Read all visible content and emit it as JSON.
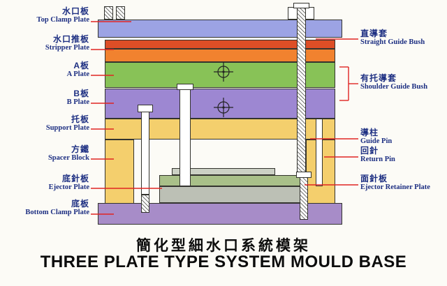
{
  "colors": {
    "background": "#fcfbf6",
    "label_text": "#1d2f82",
    "leader_line": "#e02522",
    "title_text": "#0c0c0c",
    "outline": "#33332e",
    "top_clamp_plate": "#9ca3e4",
    "stripper_band": "#dd4e26",
    "stripper_plate": "#f1822f",
    "a_plate": "#88c257",
    "b_plate": "#9d87d2",
    "support_plate": "#f4cf6d",
    "spacer_block": "#f4cf6d",
    "ejector_retainer_plate": "#a9c089",
    "ejector_plate": "#bcc0b5",
    "bottom_clamp_plate": "#a78cc8"
  },
  "labels_left": [
    {
      "zh": "水口板",
      "en": "Top Clamp Plate"
    },
    {
      "zh": "水口推板",
      "en": "Stripper Plate"
    },
    {
      "zh": "A板",
      "en": "A Plate"
    },
    {
      "zh": "B板",
      "en": "B Plate"
    },
    {
      "zh": "托板",
      "en": "Support Plate"
    },
    {
      "zh": "方鐵",
      "en": "Spacer Block"
    },
    {
      "zh": "底針板",
      "en": "Ejector Plate"
    },
    {
      "zh": "底板",
      "en": "Bottom Clamp Plate"
    }
  ],
  "labels_right": [
    {
      "zh": "直導套",
      "en": "Straight Guide Bush"
    },
    {
      "zh": "有托導套",
      "en": "Shoulder Guide Bush"
    },
    {
      "zh": "導柱",
      "en": "Guide Pin"
    },
    {
      "zh": "回針",
      "en": "Return Pin"
    },
    {
      "zh": "面針板",
      "en": "Ejector Retainer Plate"
    }
  ],
  "title": {
    "zh": "簡化型細水口系統模架",
    "en": "THREE PLATE TYPE SYSTEM MOULD BASE"
  }
}
